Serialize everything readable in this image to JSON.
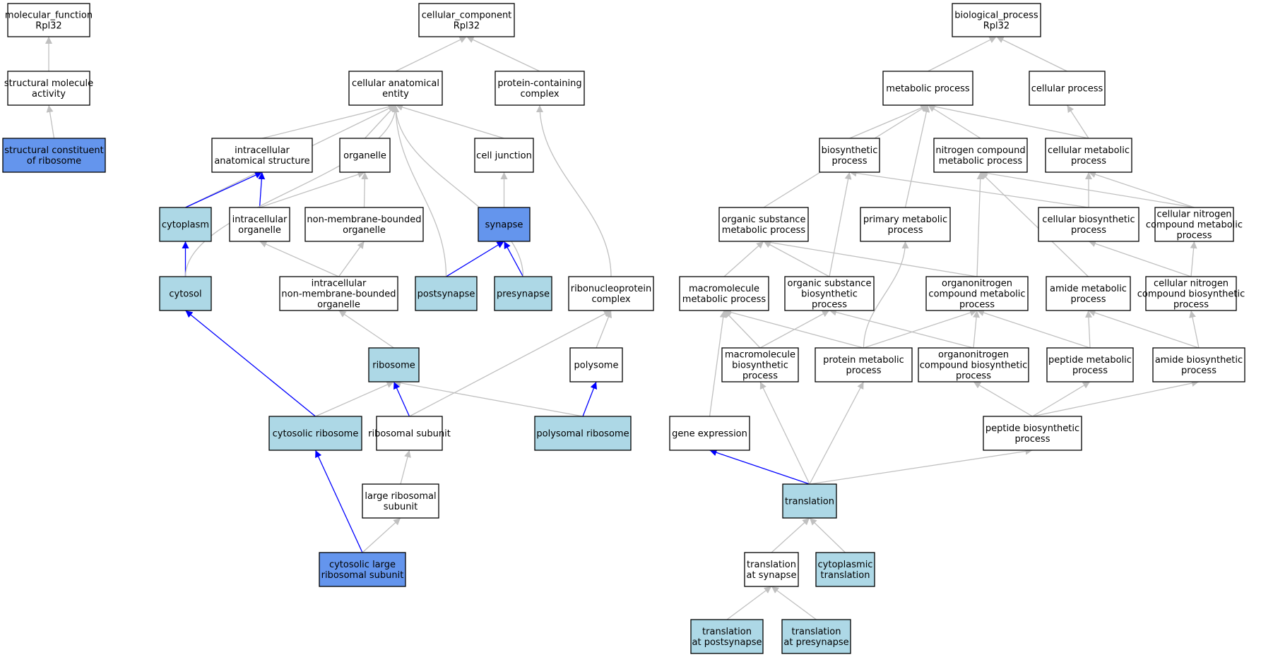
{
  "colors": {
    "plain": "#ffffff",
    "light": "#add8e6",
    "strong": "#6495ed",
    "edge_gray": "#c0c0c0",
    "edge_blue": "#0000ff"
  },
  "nodes": {
    "mf_root": {
      "lines": [
        "molecular_function",
        "Rpl32"
      ],
      "fill": "plain"
    },
    "struct_mol": {
      "lines": [
        "structural molecule",
        "activity"
      ],
      "fill": "plain"
    },
    "struct_ribo": {
      "lines": [
        "structural constituent",
        "of ribosome"
      ],
      "fill": "strong"
    },
    "cc_root": {
      "lines": [
        "cellular_component",
        "Rpl32"
      ],
      "fill": "plain"
    },
    "cae": {
      "lines": [
        "cellular anatomical",
        "entity"
      ],
      "fill": "plain"
    },
    "pcc": {
      "lines": [
        "protein-containing",
        "complex"
      ],
      "fill": "plain"
    },
    "ias": {
      "lines": [
        "intracellular",
        "anatomical structure"
      ],
      "fill": "plain"
    },
    "organelle": {
      "lines": [
        "organelle"
      ],
      "fill": "plain"
    },
    "cell_junction": {
      "lines": [
        "cell junction"
      ],
      "fill": "plain"
    },
    "cytoplasm": {
      "lines": [
        "cytoplasm"
      ],
      "fill": "light"
    },
    "intra_org": {
      "lines": [
        "intracellular",
        "organelle"
      ],
      "fill": "plain"
    },
    "nmbo": {
      "lines": [
        "non-membrane-bounded",
        "organelle"
      ],
      "fill": "plain"
    },
    "synapse": {
      "lines": [
        "synapse"
      ],
      "fill": "strong"
    },
    "cytosol": {
      "lines": [
        "cytosol"
      ],
      "fill": "light"
    },
    "inmbo": {
      "lines": [
        "intracellular",
        "non-membrane-bounded",
        "organelle"
      ],
      "fill": "plain"
    },
    "postsynapse": {
      "lines": [
        "postsynapse"
      ],
      "fill": "light"
    },
    "presynapse": {
      "lines": [
        "presynapse"
      ],
      "fill": "light"
    },
    "rnp": {
      "lines": [
        "ribonucleoprotein",
        "complex"
      ],
      "fill": "plain"
    },
    "ribosome": {
      "lines": [
        "ribosome"
      ],
      "fill": "light"
    },
    "polysome": {
      "lines": [
        "polysome"
      ],
      "fill": "plain"
    },
    "cyto_ribo": {
      "lines": [
        "cytosolic ribosome"
      ],
      "fill": "light"
    },
    "ribo_sub": {
      "lines": [
        "ribosomal subunit"
      ],
      "fill": "plain"
    },
    "poly_ribo": {
      "lines": [
        "polysomal ribosome"
      ],
      "fill": "light"
    },
    "large_sub": {
      "lines": [
        "large ribosomal",
        "subunit"
      ],
      "fill": "plain"
    },
    "cyto_large": {
      "lines": [
        "cytosolic large",
        "ribosomal subunit"
      ],
      "fill": "strong"
    },
    "bp_root": {
      "lines": [
        "biological_process",
        "Rpl32"
      ],
      "fill": "plain"
    },
    "met_proc": {
      "lines": [
        "metabolic process"
      ],
      "fill": "plain"
    },
    "cell_proc": {
      "lines": [
        "cellular process"
      ],
      "fill": "plain"
    },
    "biosyn": {
      "lines": [
        "biosynthetic",
        "process"
      ],
      "fill": "plain"
    },
    "ncmp": {
      "lines": [
        "nitrogen compound",
        "metabolic process"
      ],
      "fill": "plain"
    },
    "cmp": {
      "lines": [
        "cellular metabolic",
        "process"
      ],
      "fill": "plain"
    },
    "osmp": {
      "lines": [
        "organic substance",
        "metabolic process"
      ],
      "fill": "plain"
    },
    "pmp": {
      "lines": [
        "primary metabolic",
        "process"
      ],
      "fill": "plain"
    },
    "cbp": {
      "lines": [
        "cellular biosynthetic",
        "process"
      ],
      "fill": "plain"
    },
    "cncmp": {
      "lines": [
        "cellular nitrogen",
        "compound metabolic",
        "process"
      ],
      "fill": "plain"
    },
    "mmp": {
      "lines": [
        "macromolecule",
        "metabolic process"
      ],
      "fill": "plain"
    },
    "osbp": {
      "lines": [
        "organic substance",
        "biosynthetic",
        "process"
      ],
      "fill": "plain"
    },
    "oncmp": {
      "lines": [
        "organonitrogen",
        "compound metabolic",
        "process"
      ],
      "fill": "plain"
    },
    "amp": {
      "lines": [
        "amide metabolic",
        "process"
      ],
      "fill": "plain"
    },
    "cncbp": {
      "lines": [
        "cellular nitrogen",
        "compound biosynthetic",
        "process"
      ],
      "fill": "plain"
    },
    "mbp": {
      "lines": [
        "macromolecule",
        "biosynthetic",
        "process"
      ],
      "fill": "plain"
    },
    "prmp": {
      "lines": [
        "protein metabolic",
        "process"
      ],
      "fill": "plain"
    },
    "oncbp": {
      "lines": [
        "organonitrogen",
        "compound biosynthetic",
        "process"
      ],
      "fill": "plain"
    },
    "pepmp": {
      "lines": [
        "peptide metabolic",
        "process"
      ],
      "fill": "plain"
    },
    "abp": {
      "lines": [
        "amide biosynthetic",
        "process"
      ],
      "fill": "plain"
    },
    "gene_exp": {
      "lines": [
        "gene expression"
      ],
      "fill": "plain"
    },
    "pepbp": {
      "lines": [
        "peptide biosynthetic",
        "process"
      ],
      "fill": "plain"
    },
    "translation": {
      "lines": [
        "translation"
      ],
      "fill": "light"
    },
    "tas": {
      "lines": [
        "translation",
        "at synapse"
      ],
      "fill": "plain"
    },
    "cyto_trans": {
      "lines": [
        "cytoplasmic",
        "translation"
      ],
      "fill": "light"
    },
    "tapost": {
      "lines": [
        "translation",
        "at postsynapse"
      ],
      "fill": "light"
    },
    "tapre": {
      "lines": [
        "translation",
        "at presynapse"
      ],
      "fill": "light"
    }
  },
  "edges": [
    {
      "from": "struct_mol",
      "to": "mf_root",
      "color": "edge_gray"
    },
    {
      "from": "struct_ribo",
      "to": "struct_mol",
      "color": "edge_gray"
    },
    {
      "from": "cae",
      "to": "cc_root",
      "color": "edge_gray"
    },
    {
      "from": "pcc",
      "to": "cc_root",
      "color": "edge_gray"
    },
    {
      "from": "ias",
      "to": "cae",
      "color": "edge_gray"
    },
    {
      "from": "organelle",
      "to": "cae",
      "color": "edge_gray"
    },
    {
      "from": "cell_junction",
      "to": "cae",
      "color": "edge_gray"
    },
    {
      "from": "cytoplasm",
      "to": "cae",
      "color": "edge_gray"
    },
    {
      "from": "cytoplasm",
      "to": "ias",
      "color": "edge_blue"
    },
    {
      "from": "intra_org",
      "to": "ias",
      "color": "edge_blue"
    },
    {
      "from": "intra_org",
      "to": "organelle",
      "color": "edge_gray"
    },
    {
      "from": "nmbo",
      "to": "organelle",
      "color": "edge_gray"
    },
    {
      "from": "synapse",
      "to": "cell_junction",
      "color": "edge_gray"
    },
    {
      "from": "cytosol",
      "to": "cytoplasm",
      "color": "edge_blue"
    },
    {
      "from": "cytosol",
      "to": "cae",
      "color": "edge_gray"
    },
    {
      "from": "inmbo",
      "to": "intra_org",
      "color": "edge_gray"
    },
    {
      "from": "inmbo",
      "to": "nmbo",
      "color": "edge_gray"
    },
    {
      "from": "postsynapse",
      "to": "synapse",
      "color": "edge_blue"
    },
    {
      "from": "postsynapse",
      "to": "cae",
      "color": "edge_gray"
    },
    {
      "from": "presynapse",
      "to": "synapse",
      "color": "edge_blue"
    },
    {
      "from": "presynapse",
      "to": "cae",
      "color": "edge_gray"
    },
    {
      "from": "rnp",
      "to": "pcc",
      "color": "edge_gray"
    },
    {
      "from": "ribosome",
      "to": "inmbo",
      "color": "edge_gray"
    },
    {
      "from": "polysome",
      "to": "rnp",
      "color": "edge_gray"
    },
    {
      "from": "cyto_ribo",
      "to": "cytosol",
      "color": "edge_blue"
    },
    {
      "from": "cyto_ribo",
      "to": "ribosome",
      "color": "edge_gray"
    },
    {
      "from": "ribo_sub",
      "to": "ribosome",
      "color": "edge_blue"
    },
    {
      "from": "ribo_sub",
      "to": "rnp",
      "color": "edge_gray"
    },
    {
      "from": "poly_ribo",
      "to": "ribosome",
      "color": "edge_gray"
    },
    {
      "from": "poly_ribo",
      "to": "polysome",
      "color": "edge_blue"
    },
    {
      "from": "large_sub",
      "to": "ribo_sub",
      "color": "edge_gray"
    },
    {
      "from": "cyto_large",
      "to": "cyto_ribo",
      "color": "edge_blue"
    },
    {
      "from": "cyto_large",
      "to": "large_sub",
      "color": "edge_gray"
    },
    {
      "from": "met_proc",
      "to": "bp_root",
      "color": "edge_gray"
    },
    {
      "from": "cell_proc",
      "to": "bp_root",
      "color": "edge_gray"
    },
    {
      "from": "biosyn",
      "to": "met_proc",
      "color": "edge_gray"
    },
    {
      "from": "ncmp",
      "to": "met_proc",
      "color": "edge_gray"
    },
    {
      "from": "cmp",
      "to": "met_proc",
      "color": "edge_gray"
    },
    {
      "from": "cmp",
      "to": "cell_proc",
      "color": "edge_gray"
    },
    {
      "from": "osmp",
      "to": "met_proc",
      "color": "edge_gray"
    },
    {
      "from": "pmp",
      "to": "met_proc",
      "color": "edge_gray"
    },
    {
      "from": "cbp",
      "to": "biosyn",
      "color": "edge_gray"
    },
    {
      "from": "cbp",
      "to": "cmp",
      "color": "edge_gray"
    },
    {
      "from": "cncmp",
      "to": "ncmp",
      "color": "edge_gray"
    },
    {
      "from": "cncmp",
      "to": "cmp",
      "color": "edge_gray"
    },
    {
      "from": "mmp",
      "to": "osmp",
      "color": "edge_gray"
    },
    {
      "from": "osbp",
      "to": "osmp",
      "color": "edge_gray"
    },
    {
      "from": "osbp",
      "to": "biosyn",
      "color": "edge_gray"
    },
    {
      "from": "oncmp",
      "to": "osmp",
      "color": "edge_gray"
    },
    {
      "from": "oncmp",
      "to": "ncmp",
      "color": "edge_gray"
    },
    {
      "from": "amp",
      "to": "ncmp",
      "color": "edge_gray"
    },
    {
      "from": "cncbp",
      "to": "cbp",
      "color": "edge_gray"
    },
    {
      "from": "cncbp",
      "to": "cncmp",
      "color": "edge_gray"
    },
    {
      "from": "mbp",
      "to": "mmp",
      "color": "edge_gray"
    },
    {
      "from": "mbp",
      "to": "osbp",
      "color": "edge_gray"
    },
    {
      "from": "prmp",
      "to": "mmp",
      "color": "edge_gray"
    },
    {
      "from": "prmp",
      "to": "pmp",
      "color": "edge_gray"
    },
    {
      "from": "prmp",
      "to": "oncmp",
      "color": "edge_gray"
    },
    {
      "from": "oncbp",
      "to": "osbp",
      "color": "edge_gray"
    },
    {
      "from": "oncbp",
      "to": "oncmp",
      "color": "edge_gray"
    },
    {
      "from": "pepmp",
      "to": "oncmp",
      "color": "edge_gray"
    },
    {
      "from": "pepmp",
      "to": "amp",
      "color": "edge_gray"
    },
    {
      "from": "abp",
      "to": "amp",
      "color": "edge_gray"
    },
    {
      "from": "abp",
      "to": "cncbp",
      "color": "edge_gray"
    },
    {
      "from": "gene_exp",
      "to": "mmp",
      "color": "edge_gray"
    },
    {
      "from": "pepbp",
      "to": "oncbp",
      "color": "edge_gray"
    },
    {
      "from": "pepbp",
      "to": "pepmp",
      "color": "edge_gray"
    },
    {
      "from": "pepbp",
      "to": "abp",
      "color": "edge_gray"
    },
    {
      "from": "translation",
      "to": "gene_exp",
      "color": "edge_blue"
    },
    {
      "from": "translation",
      "to": "mbp",
      "color": "edge_gray"
    },
    {
      "from": "translation",
      "to": "prmp",
      "color": "edge_gray"
    },
    {
      "from": "translation",
      "to": "pepbp",
      "color": "edge_gray"
    },
    {
      "from": "tas",
      "to": "translation",
      "color": "edge_gray"
    },
    {
      "from": "cyto_trans",
      "to": "translation",
      "color": "edge_gray"
    },
    {
      "from": "tapost",
      "to": "tas",
      "color": "edge_gray"
    },
    {
      "from": "tapre",
      "to": "tas",
      "color": "edge_gray"
    }
  ]
}
